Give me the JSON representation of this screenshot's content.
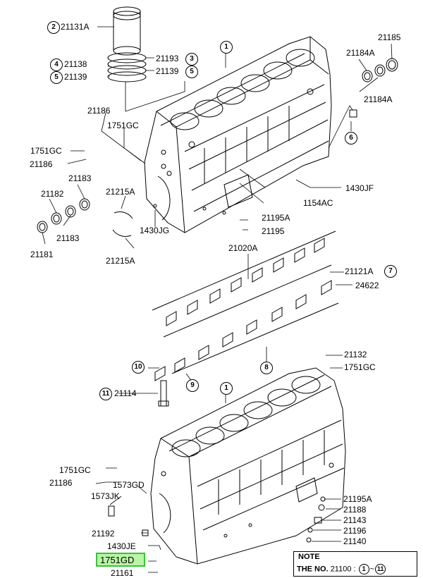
{
  "labels": {
    "p21131a": "21131A",
    "p21138": "21138",
    "p21139_l": "21139",
    "p21193": "21193",
    "p21139_r": "21139",
    "p21185": "21185",
    "p21184a_t": "21184A",
    "p21184a_b": "21184A",
    "p21186_t": "21186",
    "p1751gc_t": "1751GC",
    "p1751gc_l": "1751GC",
    "p21186_l": "21186",
    "p21182": "21182",
    "p21183_t": "21183",
    "p21215a_t": "21215A",
    "p21183_b": "21183",
    "p21181": "21181",
    "p1430jg": "1430JG",
    "p21215a_b": "21215A",
    "p1430jf": "1430JF",
    "p1154ac": "1154AC",
    "p21195a_t": "21195A",
    "p21195": "21195",
    "p21020a": "21020A",
    "p21121a": "21121A",
    "p24622": "24622",
    "p21132": "21132",
    "p1751gc_m": "1751GC",
    "p21114": "21114",
    "p1751gc_b": "1751GC",
    "p21186_b": "21186",
    "p1573gd": "1573GD",
    "p1573jk": "1573JK",
    "p21192": "21192",
    "p1430je": "1430JE",
    "p1751gd": "1751GD",
    "p21161": "21161",
    "p21195a_b": "21195A",
    "p21188": "21188",
    "p21143": "21143",
    "p21196": "21196",
    "p21140": "21140"
  },
  "callouts": {
    "c2": "2",
    "c4": "4",
    "c5": "5",
    "c3": "3",
    "c5b": "5",
    "c1_top": "1",
    "c6": "6",
    "c7": "7",
    "c8": "8",
    "c9": "9",
    "c10": "10",
    "c11": "11",
    "c1_bottom": "1"
  },
  "highlight": {
    "part": "1751GD",
    "color": "#39c339"
  },
  "note": {
    "title": "NOTE",
    "prefix": "THE NO.",
    "number": "21100",
    "sep": ":",
    "from": "1",
    "range": "~",
    "to": "11"
  }
}
